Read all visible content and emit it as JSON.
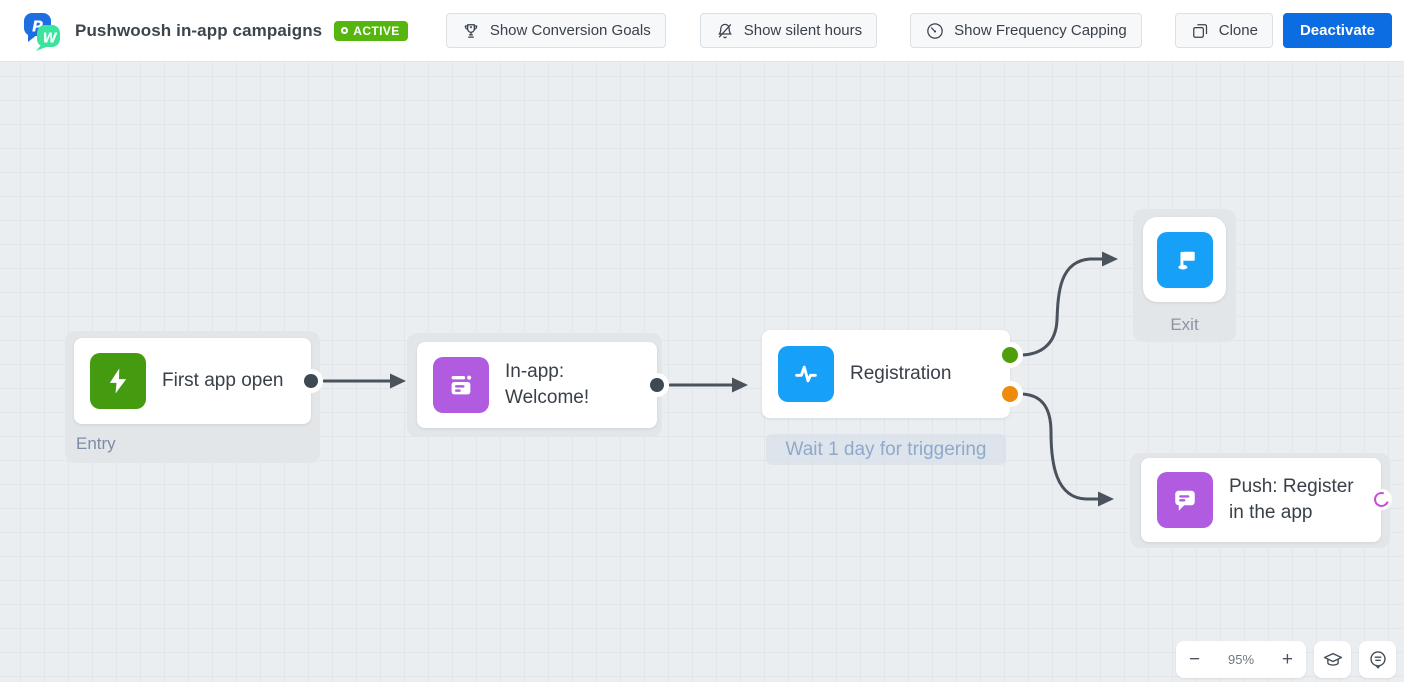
{
  "header": {
    "logo": {
      "letter_p": "P",
      "letter_w": "W",
      "blue": "#1d6fe0",
      "green": "#3be49d"
    },
    "title": "Pushwoosh in-app campaigns",
    "status_badge": {
      "label": "ACTIVE",
      "color": "#56b60f"
    },
    "actions": {
      "show_conversion_goals": "Show Conversion Goals",
      "show_silent_hours": "Show silent hours",
      "show_frequency_capping": "Show Frequency Capping",
      "clone": "Clone",
      "deactivate": "Deactivate"
    },
    "accent_color": "#0c6ce2"
  },
  "canvas": {
    "connector_color": "#4a525c",
    "nodes": {
      "entry": {
        "title": "First app open",
        "label": "Entry",
        "icon": "lightning-icon",
        "icon_color": "#459b10"
      },
      "inapp": {
        "title": "In-app: Welcome!",
        "icon": "inapp-banner-icon",
        "icon_color": "#b15ce0"
      },
      "registration": {
        "title": "Registration",
        "wait_label": "Wait 1 day for triggering",
        "icon": "pulse-icon",
        "icon_color": "#16a0f8",
        "success_port_color": "#4f9e0b",
        "failure_port_color": "#ee8b0c"
      },
      "exit": {
        "title": "Exit",
        "icon": "flag-icon",
        "icon_color": "#16a0f8"
      },
      "push": {
        "title": "Push: Register in the app",
        "icon": "push-message-icon",
        "icon_color": "#b15ce0",
        "open_port_color": "#c44fd0"
      }
    }
  },
  "controls": {
    "zoom_out": "−",
    "zoom_level": "95%",
    "zoom_in": "+"
  }
}
